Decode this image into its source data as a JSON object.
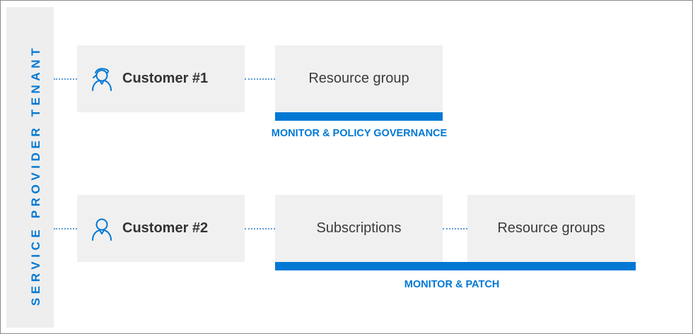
{
  "tenant": {
    "label": "SERVICE PROVIDER TENANT"
  },
  "customers": [
    {
      "name": "Customer #1",
      "icon": "customer-female-icon",
      "resources": [
        "Resource group"
      ],
      "caption": "MONITOR & POLICY GOVERNANCE"
    },
    {
      "name": "Customer #2",
      "icon": "customer-male-icon",
      "resources": [
        "Subscriptions",
        "Resource groups"
      ],
      "caption": "MONITOR & PATCH"
    }
  ],
  "colors": {
    "accent": "#0078d4",
    "box": "#f0f0f0",
    "tenant_bar": "#eeeeee",
    "connector": "#5b9bd5"
  }
}
